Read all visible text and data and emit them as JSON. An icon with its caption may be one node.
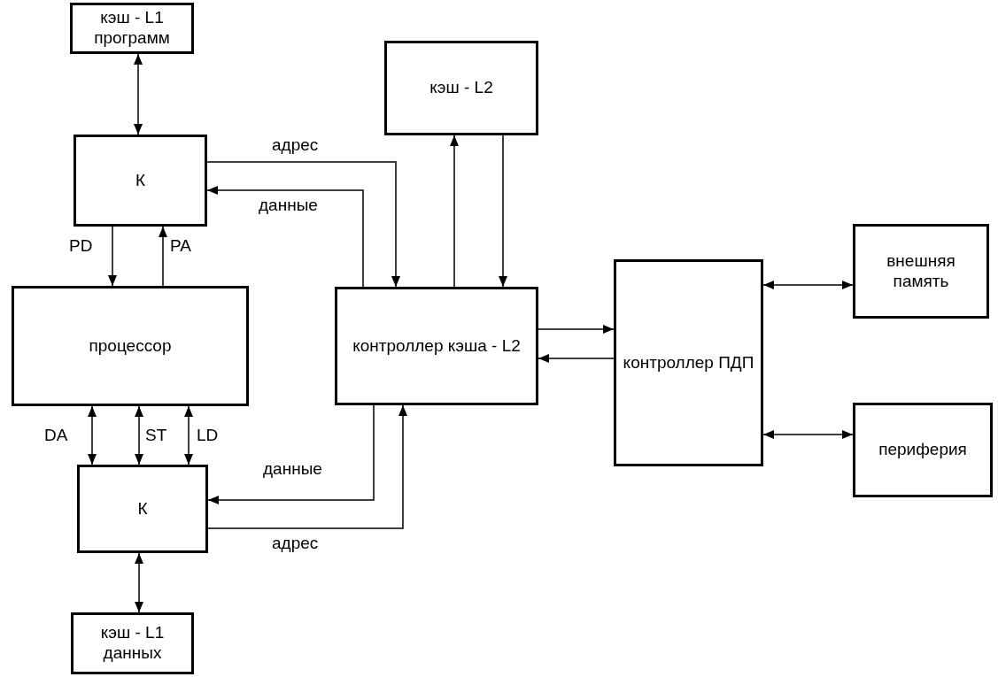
{
  "diagram": {
    "nodes": [
      {
        "text": [
          "кэш - L1 программ"
        ]
      },
      {
        "text": [
          "К"
        ]
      },
      {
        "text": [
          "процессор"
        ]
      },
      {
        "text": [
          "К"
        ]
      },
      {
        "text": [
          "кэш - L1 данных"
        ]
      },
      {
        "text": [
          "кэш - L2"
        ]
      },
      {
        "text": [
          "контроллер кэша - L2"
        ]
      },
      {
        "text": [
          "контроллер ПДП"
        ]
      },
      {
        "text": [
          "внешняя память"
        ]
      },
      {
        "text": [
          "периферия"
        ]
      }
    ],
    "edges": [
      {
        "from": 0,
        "to": 1,
        "arrow": "both"
      },
      {
        "from": 1,
        "to": 2,
        "arrow": "to",
        "label": "PD"
      },
      {
        "from": 2,
        "to": 1,
        "arrow": "to",
        "label": "PA"
      },
      {
        "from": 1,
        "to": 6,
        "arrow": "to",
        "label": "адрес"
      },
      {
        "from": 6,
        "to": 1,
        "arrow": "to",
        "label": "данные"
      },
      {
        "from": 6,
        "to": 5,
        "arrow": "to"
      },
      {
        "from": 5,
        "to": 6,
        "arrow": "to"
      },
      {
        "from": 2,
        "to": 3,
        "arrow": "both",
        "label": "DA"
      },
      {
        "from": 2,
        "to": 3,
        "arrow": "both",
        "label": "ST"
      },
      {
        "from": 2,
        "to": 3,
        "arrow": "both",
        "label": "LD"
      },
      {
        "from": 6,
        "to": 3,
        "arrow": "to",
        "label": "данные"
      },
      {
        "from": 3,
        "to": 6,
        "arrow": "to",
        "label": "адрес"
      },
      {
        "from": 3,
        "to": 4,
        "arrow": "both"
      },
      {
        "from": 6,
        "to": 7,
        "arrow": "to"
      },
      {
        "from": 7,
        "to": 6,
        "arrow": "to"
      },
      {
        "from": 7,
        "to": 8,
        "arrow": "both"
      },
      {
        "from": 7,
        "to": 9,
        "arrow": "both"
      }
    ]
  }
}
